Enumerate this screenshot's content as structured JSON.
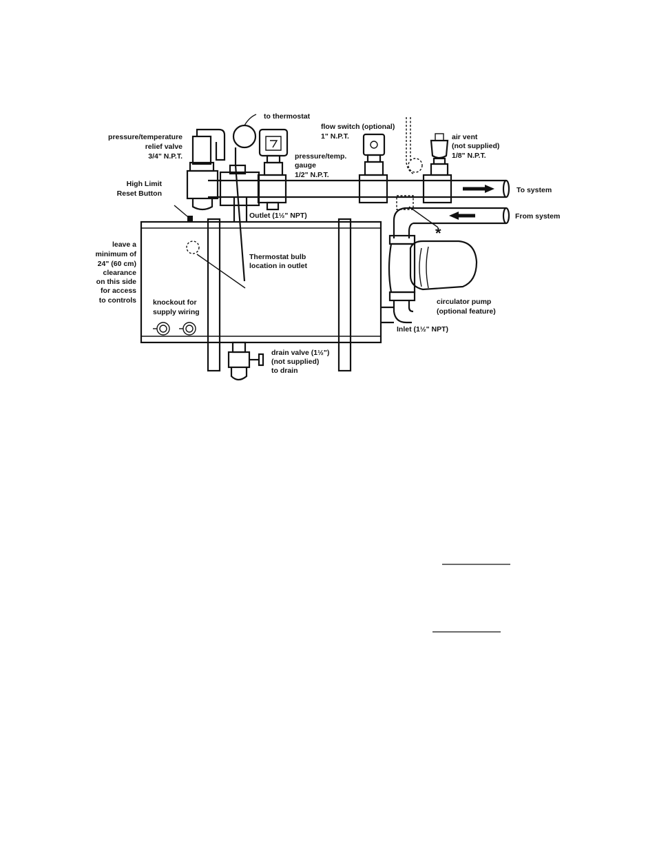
{
  "labels": {
    "to_thermostat": "to thermostat",
    "flow_switch_1": "flow switch (optional)",
    "flow_switch_2": "1\" N.P.T.",
    "air_vent_1": "air vent",
    "air_vent_2": "(not supplied)",
    "air_vent_3": "1/8\" N.P.T.",
    "relief_valve_1": "pressure/temperature",
    "relief_valve_2": "relief valve",
    "relief_valve_3": "3/4\" N.P.T.",
    "gauge_1": "pressure/temp.",
    "gauge_2": "gauge",
    "gauge_3": "1/2\" N.P.T.",
    "high_limit_1": "High Limit",
    "high_limit_2": "Reset Button",
    "to_system": "To system",
    "from_system": "From system",
    "outlet": "Outlet (1½\" NPT)",
    "asterisk": "*",
    "clearance_1": "leave a",
    "clearance_2": "minimum of",
    "clearance_3": "24\" (60 cm)",
    "clearance_4": "clearance",
    "clearance_5": "on this side",
    "clearance_6": "for access",
    "clearance_7": "to controls",
    "thermostat_bulb_1": "Thermostat bulb",
    "thermostat_bulb_2": "location in outlet",
    "knockout_1": "knockout for",
    "knockout_2": "supply wiring",
    "pump_1": "circulator pump",
    "pump_2": "(optional feature)",
    "inlet": "Inlet (1½\" NPT)",
    "drain_1": "drain valve (1½\")",
    "drain_2": "(not supplied)",
    "drain_3": "to drain"
  }
}
